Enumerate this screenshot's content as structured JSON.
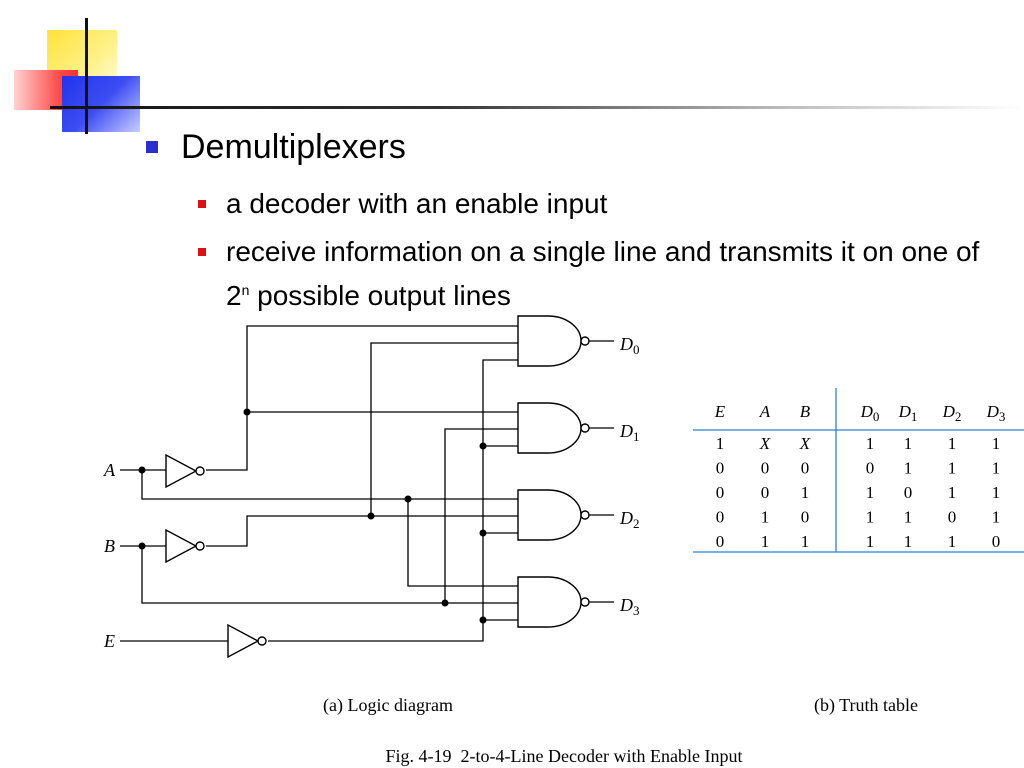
{
  "slide": {
    "title": "Demultiplexers",
    "bullets": [
      {
        "text": "a decoder with an enable input"
      },
      {
        "text_before": "receive information on a single line and transmits it on one of 2",
        "superscript": "n",
        "text_after": " possible output lines"
      }
    ]
  },
  "diagram": {
    "inputs": [
      "A",
      "B",
      "E"
    ],
    "outputs": [
      {
        "base": "D",
        "sub": "0"
      },
      {
        "base": "D",
        "sub": "1"
      },
      {
        "base": "D",
        "sub": "2"
      },
      {
        "base": "D",
        "sub": "3"
      }
    ],
    "caption_a": "(a) Logic diagram",
    "caption_b": "(b) Truth table",
    "figure_caption": "Fig. 4-19  2-to-4-Line Decoder with Enable Input"
  },
  "truth_table": {
    "headers": [
      {
        "base": "E",
        "sub": ""
      },
      {
        "base": "A",
        "sub": ""
      },
      {
        "base": "B",
        "sub": ""
      },
      {
        "base": "D",
        "sub": "0"
      },
      {
        "base": "D",
        "sub": "1"
      },
      {
        "base": "D",
        "sub": "2"
      },
      {
        "base": "D",
        "sub": "3"
      }
    ],
    "rows": [
      [
        "1",
        "X",
        "X",
        "1",
        "1",
        "1",
        "1"
      ],
      [
        "0",
        "0",
        "0",
        "0",
        "1",
        "1",
        "1"
      ],
      [
        "0",
        "0",
        "1",
        "1",
        "0",
        "1",
        "1"
      ],
      [
        "0",
        "1",
        "0",
        "1",
        "1",
        "0",
        "1"
      ],
      [
        "0",
        "1",
        "1",
        "1",
        "1",
        "1",
        "0"
      ]
    ]
  },
  "colors": {
    "title_bullet": "#2b2fd0",
    "sub_bullet": "#e01010",
    "table_rule": "#2f7fd8"
  }
}
